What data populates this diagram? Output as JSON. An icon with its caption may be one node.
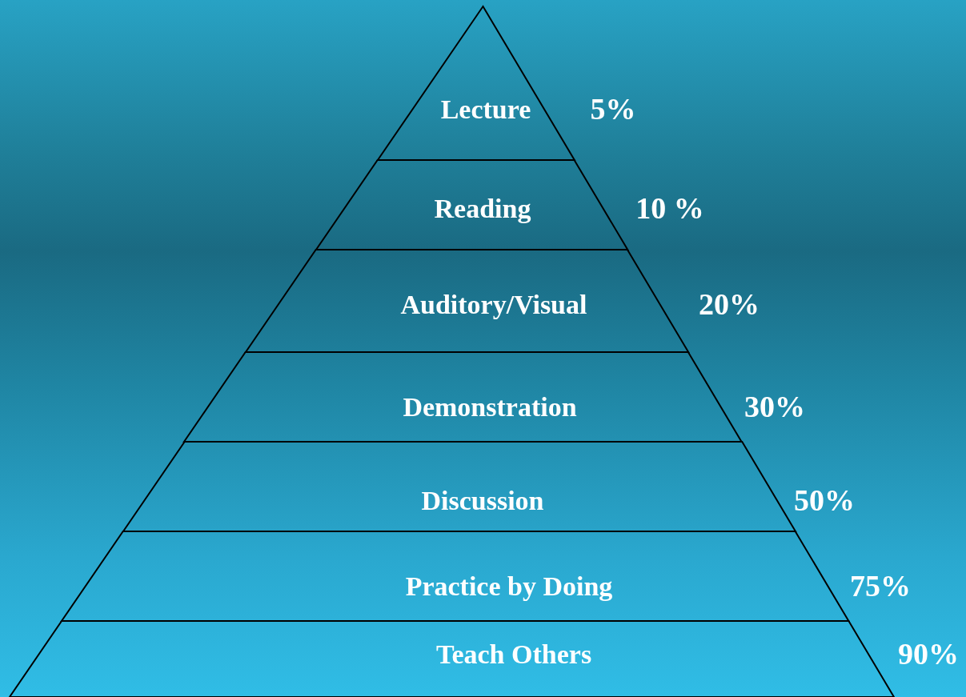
{
  "diagram": {
    "nodes": [
      {
        "text": [
          "Lecture"
        ],
        "beside": [
          "5%"
        ]
      },
      {
        "text": [
          "Reading"
        ],
        "beside": [
          "10 %"
        ]
      },
      {
        "text": [
          "Auditory/Visual"
        ],
        "beside": [
          "20%"
        ]
      },
      {
        "text": [
          "Demonstration"
        ],
        "beside": [
          "30%"
        ]
      },
      {
        "text": [
          "Discussion"
        ],
        "beside": [
          "50%"
        ]
      },
      {
        "text": [
          "Practice by Doing"
        ],
        "beside": [
          "75%"
        ]
      },
      {
        "text": [
          "Teach Others"
        ],
        "beside": [
          "90%"
        ]
      }
    ]
  }
}
